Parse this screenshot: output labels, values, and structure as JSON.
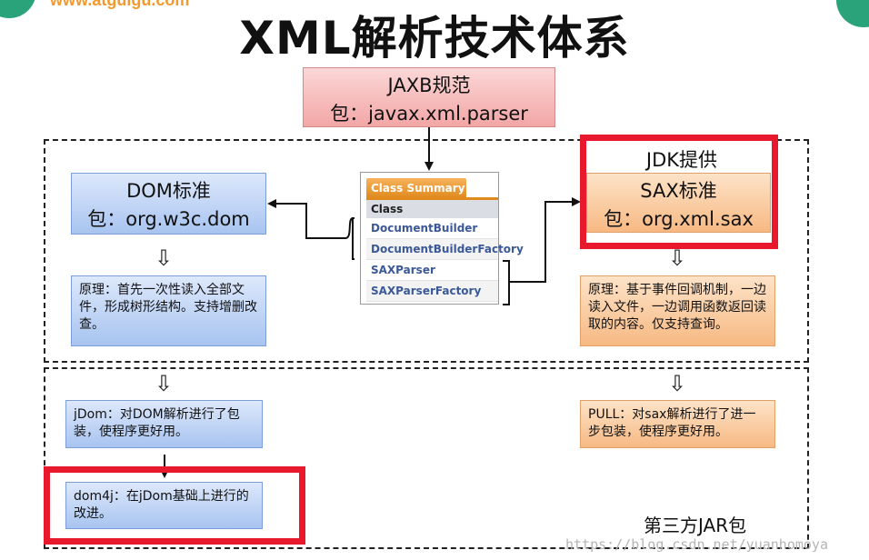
{
  "logo": {
    "text": "www.atguigu.com"
  },
  "title": "XML解析技术体系",
  "jaxb": {
    "line1": "JAXB规范",
    "line2": "包：javax.xml.parser"
  },
  "dom": {
    "line1": "DOM标准",
    "line2": "包：org.w3c.dom",
    "note": "原理：首先一次性读入全部文件，形成树形结构。支持增删改查。"
  },
  "sax": {
    "provider": "JDK提供",
    "line1": "SAX标准",
    "line2": "包：org.xml.sax",
    "note": "原理：基于事件回调机制，一边读入文件，一边调用函数返回读取的内容。仅支持查询。"
  },
  "class_summary": {
    "tab": "Class Summary",
    "header": "Class",
    "rows": [
      "DocumentBuilder",
      "DocumentBuilderFactory",
      "SAXParser",
      "SAXParserFactory"
    ]
  },
  "jdom": {
    "note": "jDom：对DOM解析进行了包装，使程序更好用。"
  },
  "dom4j": {
    "note": "dom4j：在jDom基础上进行的改进。"
  },
  "pull": {
    "note": "PULL：对sax解析进行了进一步包装，使程序更好用。"
  },
  "third_party": "第三方JAR包",
  "watermark": "https://blog.csdn.net/yuanhomoya",
  "colors": {
    "highlight": "#e8192c",
    "pink": "#f3a6a6",
    "blue": "#a8c4f0",
    "orange": "#f7b983"
  }
}
